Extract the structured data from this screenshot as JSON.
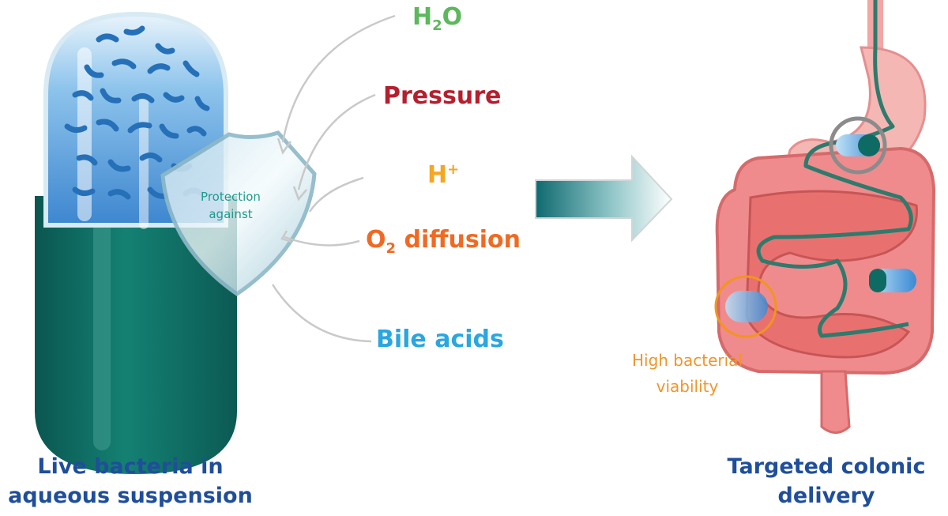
{
  "stressors": {
    "water": {
      "main": "H",
      "sub": "2",
      "tail": "O",
      "color": "#5cb85c"
    },
    "pressure": {
      "text": "Pressure",
      "color": "#b51f2e"
    },
    "proton": {
      "main": "H",
      "sup": "+",
      "color": "#f5a623"
    },
    "oxygen": {
      "main": "O",
      "sub": "2",
      "tail": " diffusion",
      "color": "#ef6a23"
    },
    "bile": {
      "text": "Bile acids",
      "color": "#2aa6e0"
    }
  },
  "shield": {
    "line1": "Protection",
    "line2": "against"
  },
  "viability": {
    "line1": "High bacterial",
    "line2": "viability"
  },
  "captions": {
    "left": {
      "line1": "Live bacteria in",
      "line2": "aqueous suspension"
    },
    "right": {
      "line1": "Targeted colonic",
      "line2": "delivery"
    }
  },
  "colors": {
    "capsule_teal": "#0e6b63",
    "capsule_blue": "#3d8fd6",
    "arrow_teal": "#136e73",
    "gut_pink": "#f19a9e",
    "gut_red": "#e8706e",
    "path_green": "#2e7b6d",
    "highlight_orange": "#f2951f"
  }
}
